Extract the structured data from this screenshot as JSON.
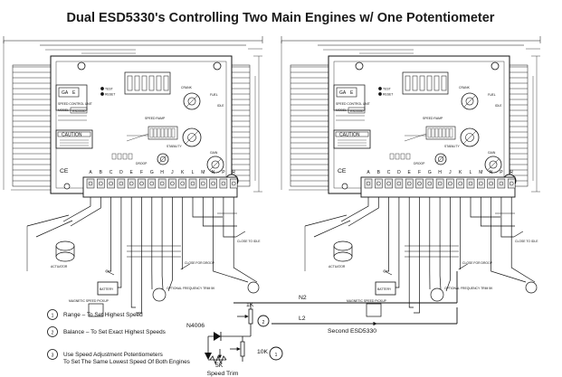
{
  "title": "Dual ESD5330's Controlling Two Main Engines w/ One Potentiometer",
  "controller": {
    "unit_name": "SPEED CONTROL UNIT",
    "model_label": "MODEL",
    "model": "ESD5330",
    "caution": "CAUTION",
    "ce_mark": "CE",
    "crank_label": "CRANK",
    "speed_ramp_label": "SPEED RAMP",
    "fuel_label": "FUEL",
    "stability_label": "STABILITY",
    "gain_label": "GAIN",
    "droop_label": "DROOP",
    "idle_label": "IDLE",
    "terminals": [
      "A",
      "B",
      "C",
      "D",
      "E",
      "F",
      "G",
      "H",
      "J",
      "K",
      "L",
      "M",
      "N",
      "P",
      "R"
    ]
  },
  "wiring": {
    "actuator": "ACTUATOR",
    "battery": "BATTERY",
    "magnetic_pickup": "MAGNETIC SPEED PICKUP",
    "close_for_idle": "CLOSE TO IDLE",
    "close_for_droop": "CLOSE FOR DROOP",
    "optional_trim": "OPTIONAL FREQUENCY TRIM 5K",
    "wire_n2": "N2",
    "wire_l2": "L2",
    "second_unit": "Second ESD5330",
    "diode": "N4006",
    "pot_1k": "1K",
    "pot_10k": "10K",
    "pot_5k": "5K",
    "speed_trim": "Speed Trim"
  },
  "callouts": {
    "c1": "1",
    "c2": "2",
    "c3": "3"
  },
  "legend": [
    {
      "num": "1",
      "text": "Range – To Set Highest Speed"
    },
    {
      "num": "2",
      "text": "Balance – To Set Exact Highest Speeds"
    },
    {
      "num": "3",
      "text": "Use Speed Adjustment Potentiometers",
      "text2": "To Set The Same Lowest Speed Of Both Engines"
    }
  ]
}
